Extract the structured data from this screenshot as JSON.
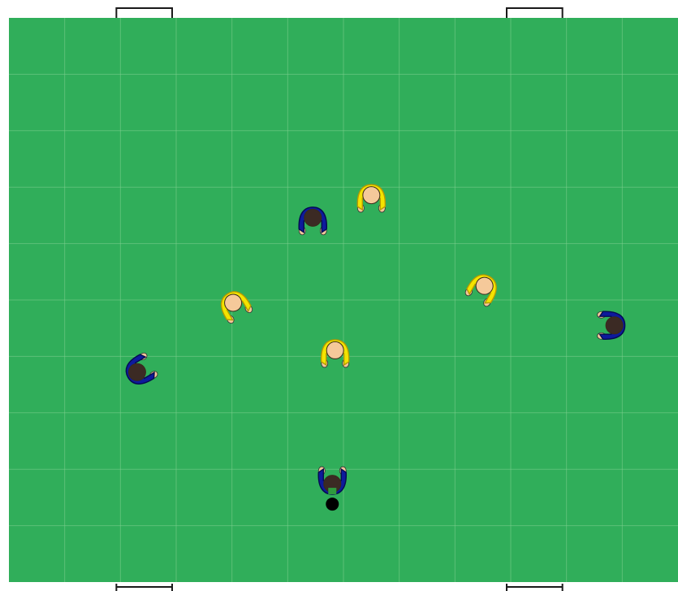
{
  "game": {
    "type": "top-down soccer drill",
    "grid": {
      "columns": 12,
      "rows": 10
    },
    "colors": {
      "pitch": "#30ae5a",
      "grid_line": "#7fcf8f",
      "goal_frame": "#1a1a1a",
      "ball": "#000000"
    },
    "teams": [
      {
        "name": "yellow",
        "shirt_color": "#f4e400",
        "shirt_outline": "#b89a00",
        "hair_color": "#f5c99a",
        "skin_color": "#f1c79a",
        "players": [
          {
            "col": 6.5,
            "row": 3.2,
            "facing": "down"
          },
          {
            "col": 4.05,
            "row": 5.1,
            "facing": "down-right"
          },
          {
            "col": 8.5,
            "row": 4.8,
            "facing": "down-left"
          },
          {
            "col": 5.85,
            "row": 5.95,
            "facing": "down"
          }
        ]
      },
      {
        "name": "blue",
        "shirt_color": "#0d1a9c",
        "shirt_outline": "#050a50",
        "hair_color": "#3b2a24",
        "skin_color": "#f1c79a",
        "players": [
          {
            "col": 5.45,
            "row": 3.6,
            "facing": "down"
          },
          {
            "col": 2.35,
            "row": 6.25,
            "facing": "right-up"
          },
          {
            "col": 10.8,
            "row": 5.45,
            "facing": "left"
          },
          {
            "col": 5.8,
            "row": 8.2,
            "facing": "up",
            "has_ball": true
          }
        ]
      }
    ],
    "goals": [
      {
        "side": "top",
        "col_start": 2,
        "col_end": 3
      },
      {
        "side": "top",
        "col_start": 9,
        "col_end": 10
      },
      {
        "side": "bottom",
        "col_start": 2,
        "col_end": 3
      },
      {
        "side": "bottom",
        "col_start": 9,
        "col_end": 10
      }
    ]
  }
}
